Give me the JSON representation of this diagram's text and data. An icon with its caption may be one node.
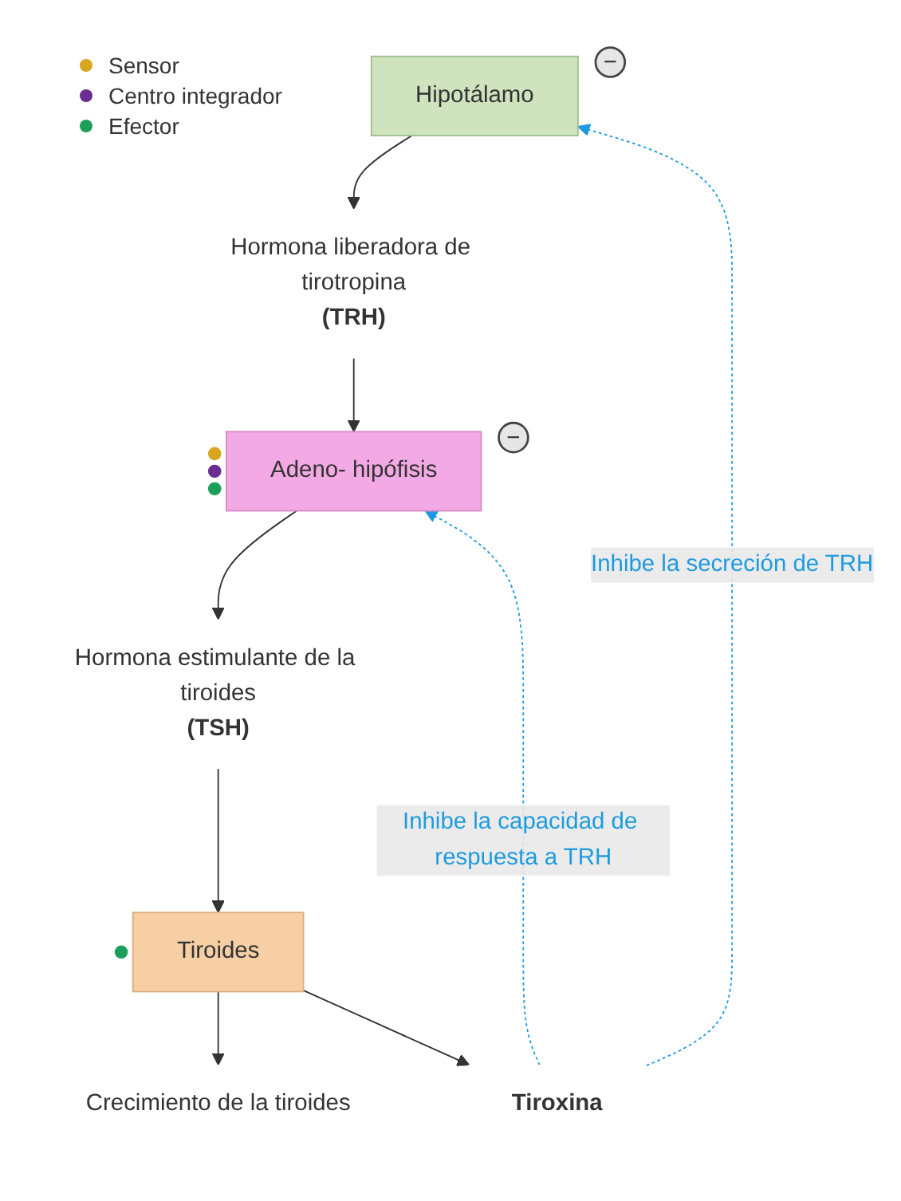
{
  "diagram": {
    "nodes": [
      {
        "text": [
          "Hipotálamo"
        ],
        "beside": [
          "−"
        ]
      },
      {
        "text": [
          "Hormona liberadora de tirotropina",
          "(TRH)"
        ]
      },
      {
        "text": [
          "Adeno- hipófisis"
        ],
        "beside": [
          "−"
        ]
      },
      {
        "text": [
          "Hormona estimulante de la tiroides",
          "(TSH)"
        ]
      },
      {
        "text": [
          "Tiroides"
        ]
      },
      {
        "text": [
          "Crecimiento de la tiroides"
        ]
      },
      {
        "text": [
          "Tiroxina"
        ]
      }
    ],
    "edges": [
      {
        "from": 0,
        "to": 1,
        "arrow": "to"
      },
      {
        "from": 1,
        "to": 2,
        "arrow": "to"
      },
      {
        "from": 2,
        "to": 3,
        "arrow": "to"
      },
      {
        "from": 3,
        "to": 4,
        "arrow": "to"
      },
      {
        "from": 4,
        "to": 5,
        "arrow": "to"
      },
      {
        "from": 4,
        "to": 6,
        "arrow": "to"
      },
      {
        "from": 6,
        "to": 0,
        "arrow": "to",
        "label": "Inhibe la secreción de TRH",
        "style": "dashed",
        "color": "#1e9be0"
      },
      {
        "from": 6,
        "to": 2,
        "arrow": "to",
        "label": "Inhibe la capacidad de respuesta a TRH",
        "style": "dashed",
        "color": "#1e9be0"
      }
    ],
    "legend": [
      {
        "text": "Sensor",
        "color": "#d9a521"
      },
      {
        "text": "Centro integrador",
        "color": "#6a2d91"
      },
      {
        "text": "Efector",
        "color": "#1a9e5a"
      }
    ]
  }
}
